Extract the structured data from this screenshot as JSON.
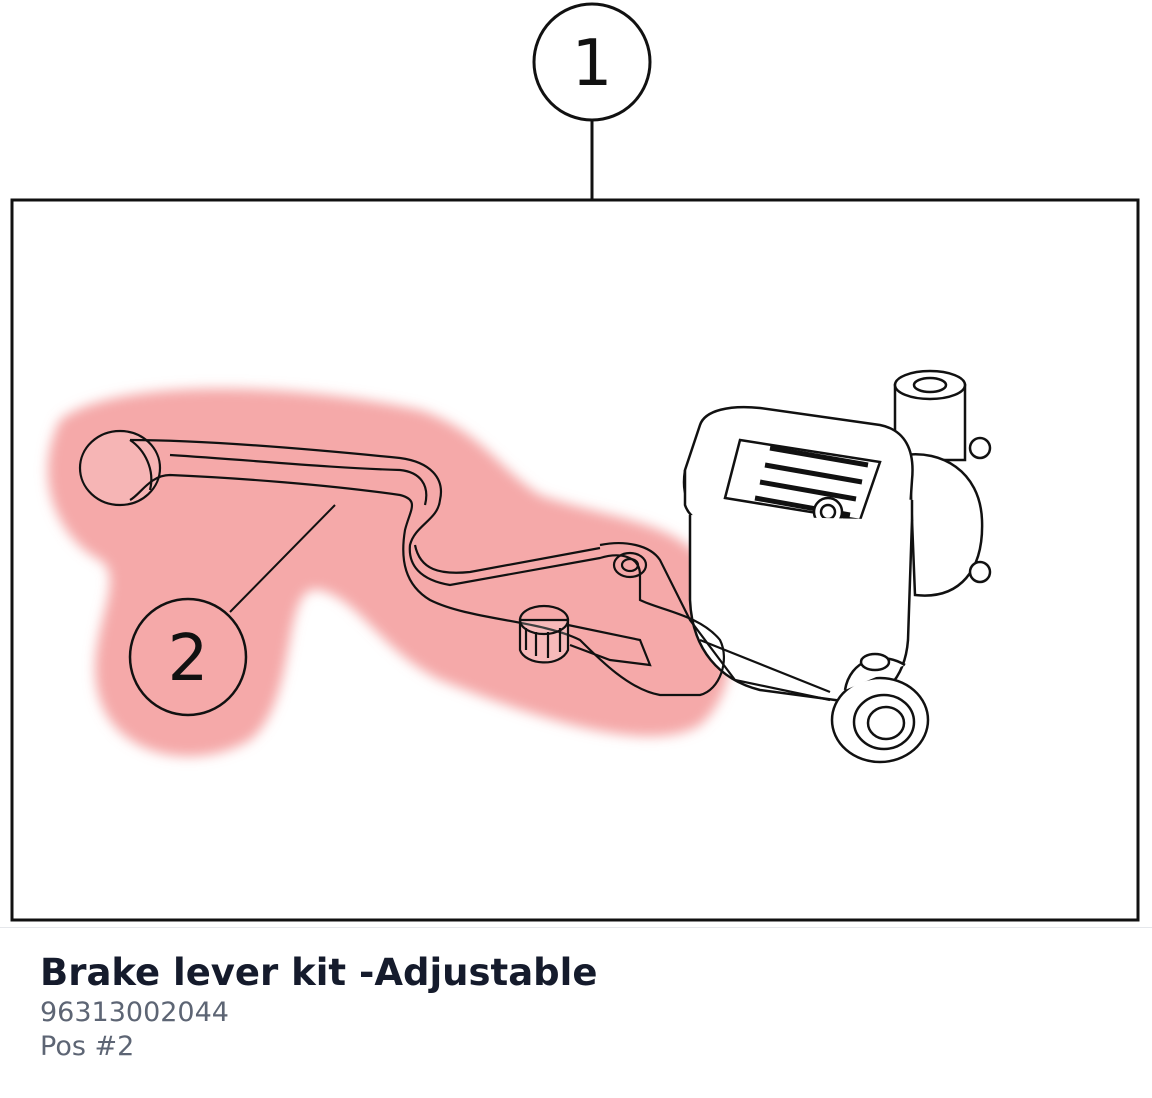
{
  "diagram": {
    "callouts": [
      {
        "label": "1"
      },
      {
        "label": "2"
      }
    ],
    "highlight_color": "#f28c8c",
    "line_color": "#111111"
  },
  "part": {
    "title": "Brake lever kit -Adjustable",
    "number": "96313002044",
    "position": "Pos #2"
  }
}
